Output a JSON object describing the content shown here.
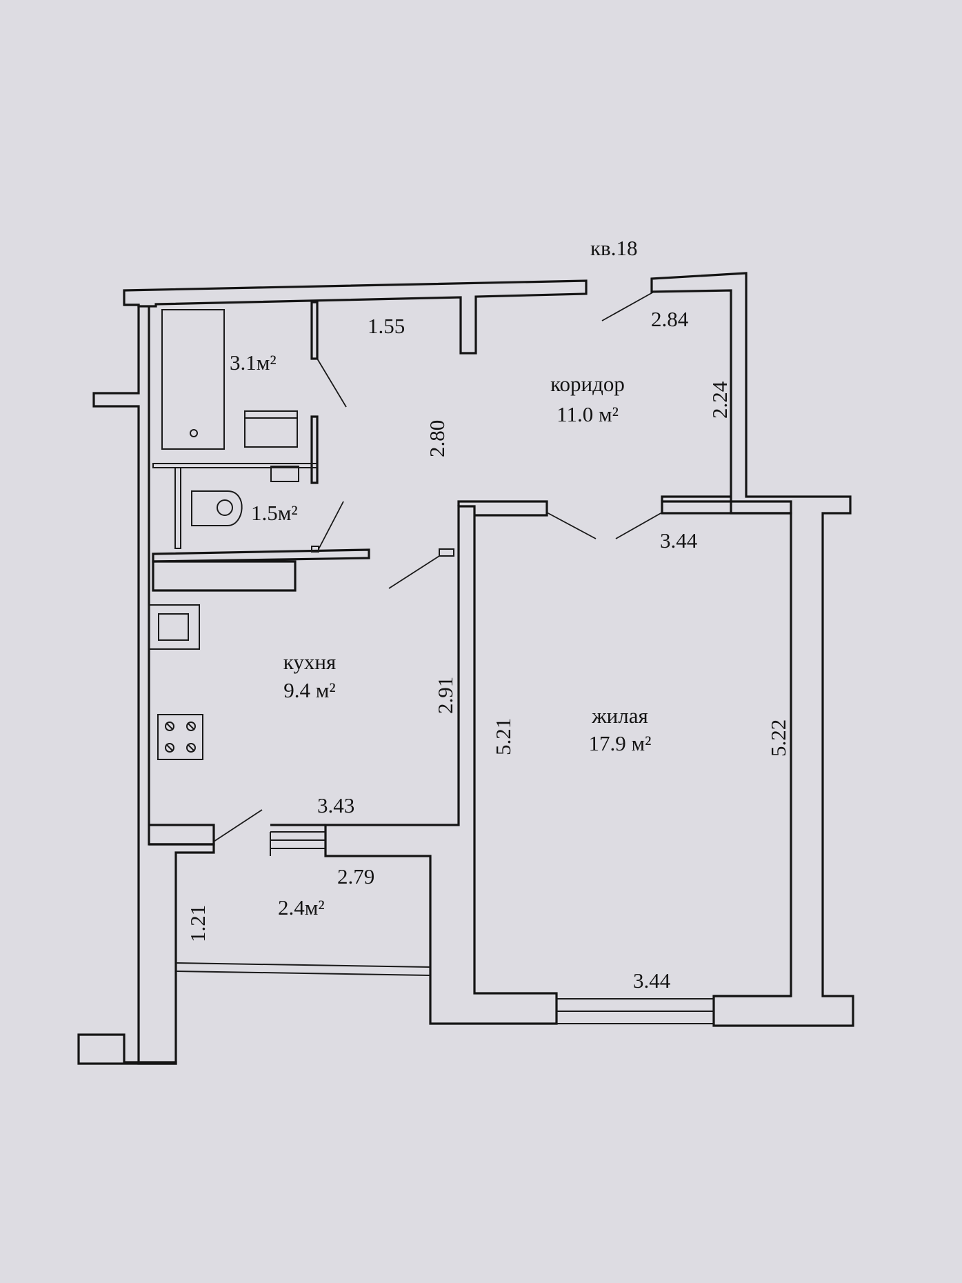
{
  "apartment": {
    "number_label": "кв.18"
  },
  "rooms": {
    "bathroom": {
      "area": "3.1м²"
    },
    "toilet": {
      "area": "1.5м²"
    },
    "corridor": {
      "name": "коридор",
      "area": "11.0 м²"
    },
    "kitchen": {
      "name": "кухня",
      "area": "9.4 м²"
    },
    "living": {
      "name": "жилая",
      "area": "17.9 м²"
    },
    "balcony": {
      "area": "2.4м²"
    }
  },
  "dimensions": {
    "d155": "1.55",
    "d284": "2.84",
    "d224": "2.24",
    "d280": "2.80",
    "d344_top": "3.44",
    "d291": "2.91",
    "d521": "5.21",
    "d522": "5.22",
    "d343": "3.43",
    "d279": "2.79",
    "d121": "1.21",
    "d344_bottom": "3.44"
  },
  "colors": {
    "paper": "#dddce2",
    "ink": "#141414"
  }
}
